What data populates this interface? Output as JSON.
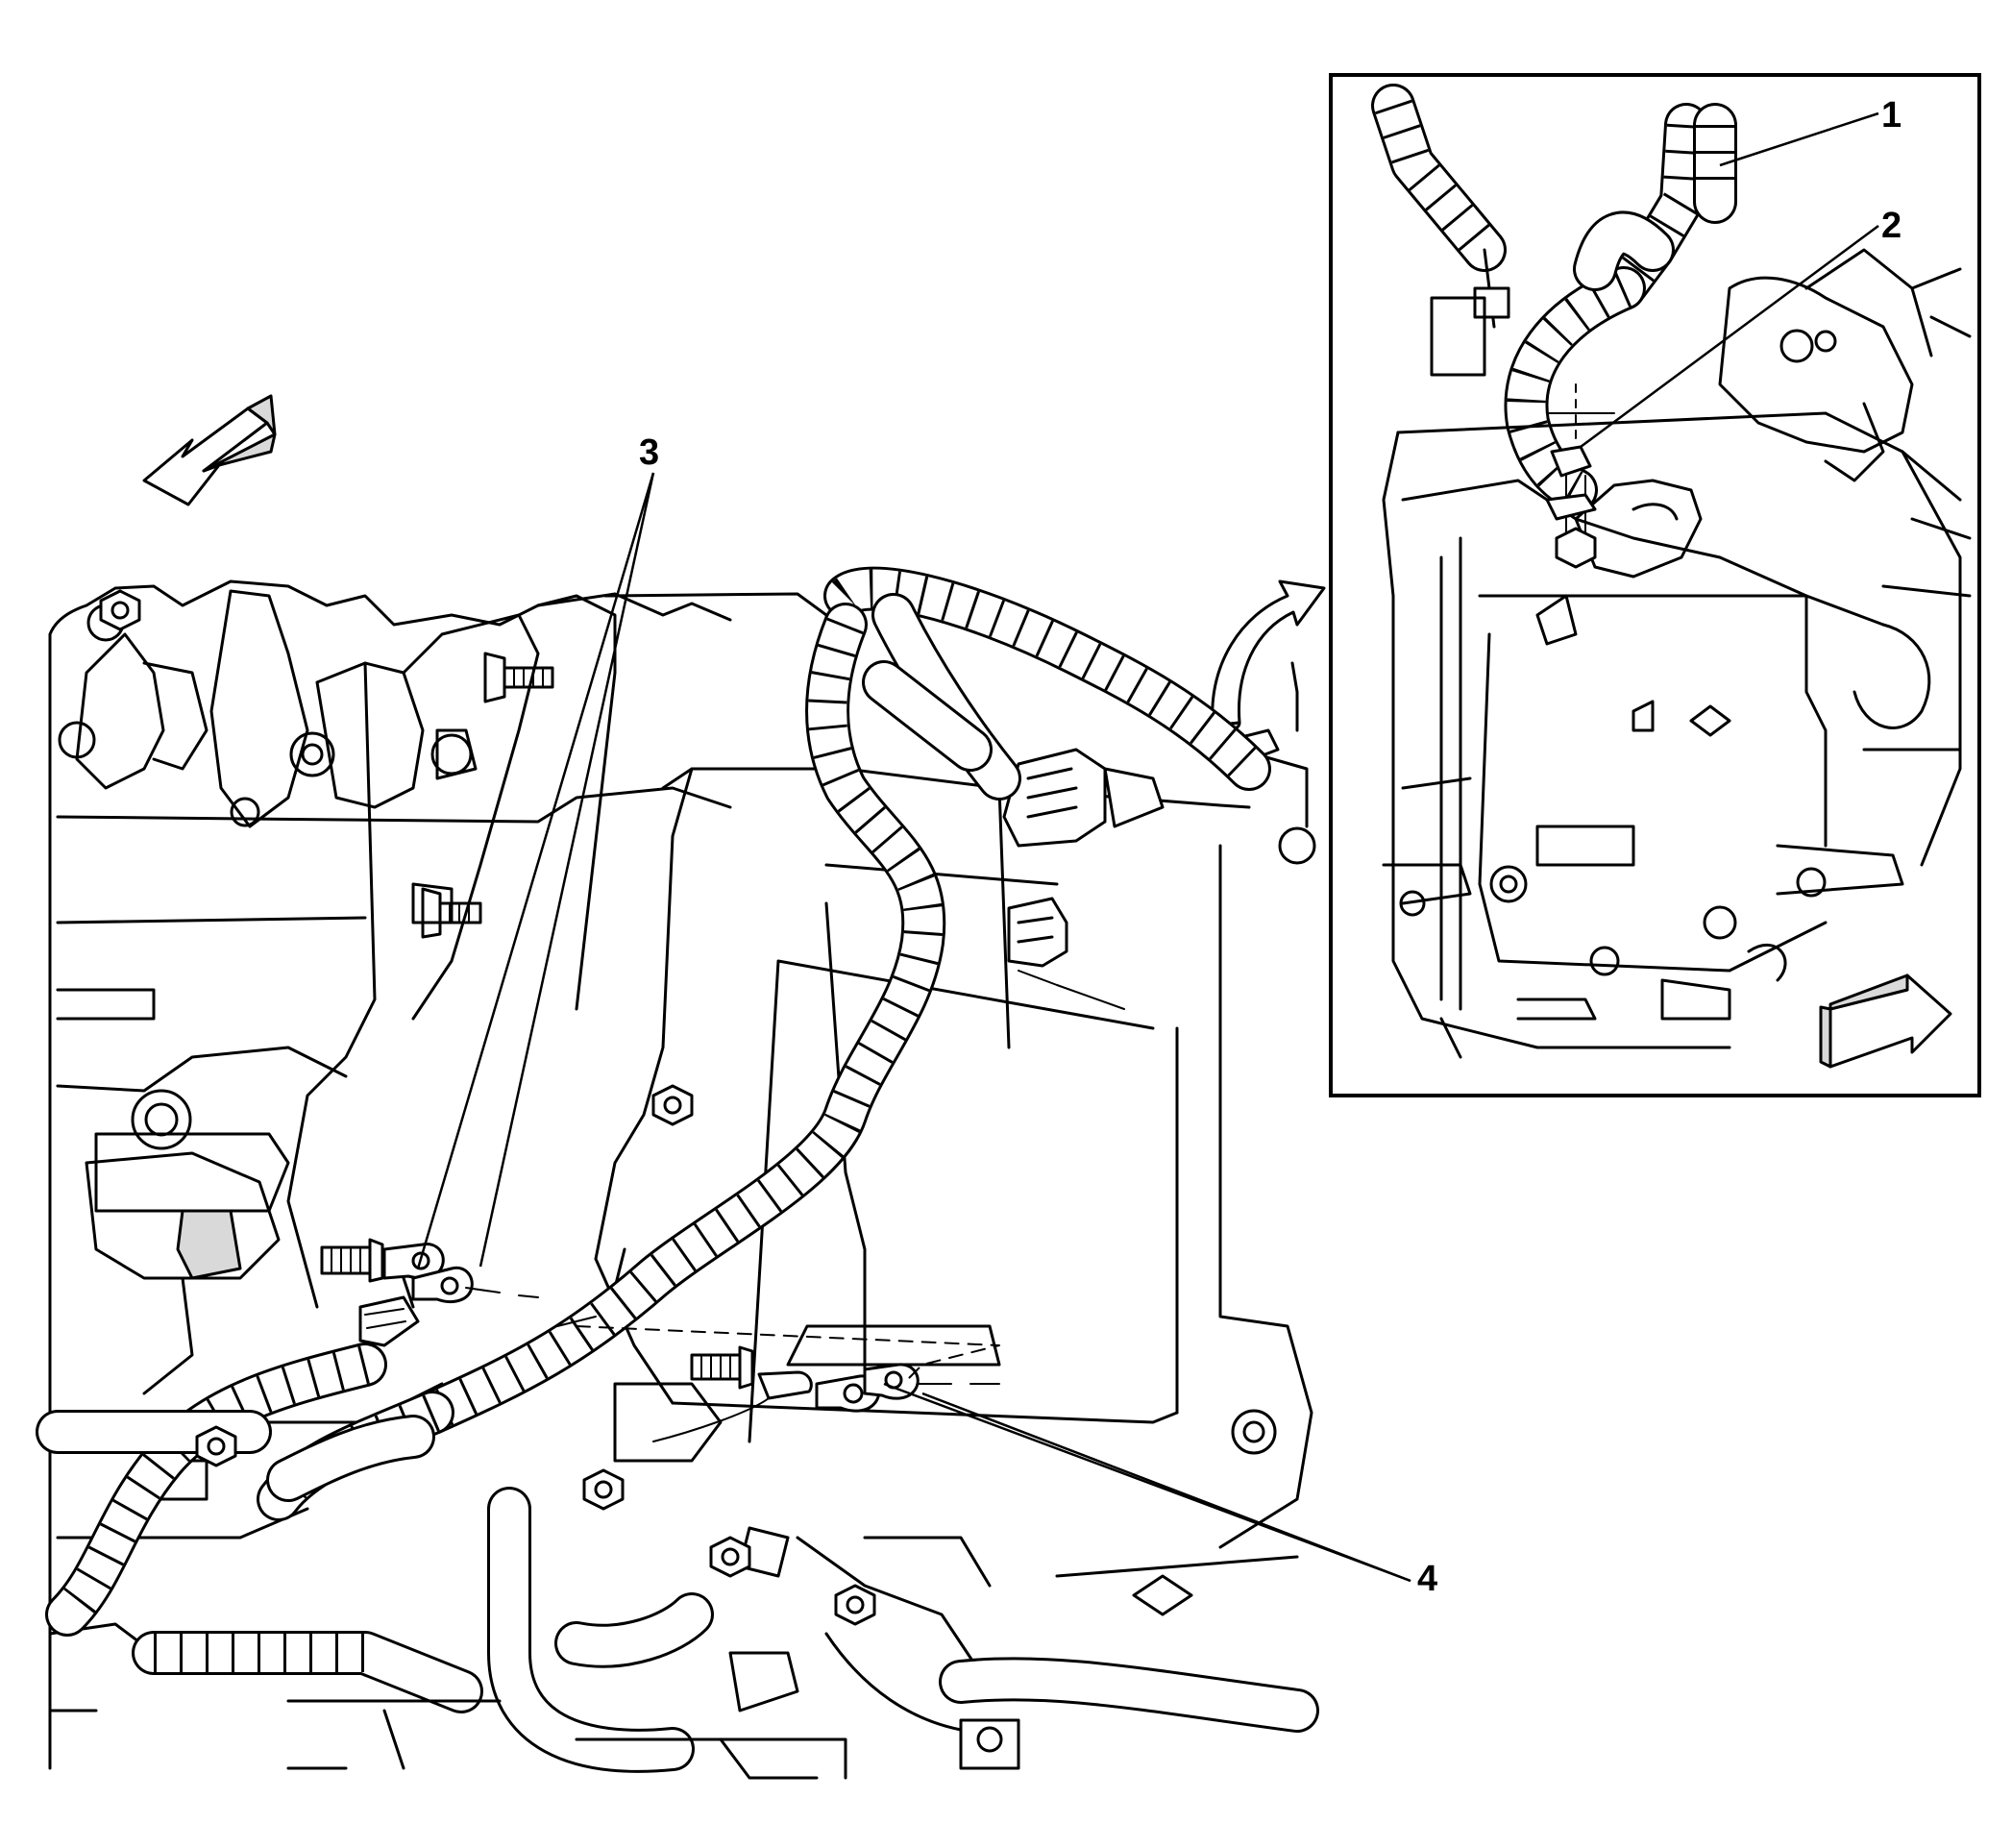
{
  "callouts": [
    {
      "id": "1",
      "label": "1",
      "part": "harness-ground-wire"
    },
    {
      "id": "2",
      "label": "2",
      "part": "ground-nut"
    },
    {
      "id": "3",
      "label": "3",
      "part": "ground-terminal-upper"
    },
    {
      "id": "4",
      "label": "4",
      "part": "ground-terminal-lower"
    }
  ],
  "icons": {
    "direction_arrow_left": "arrow-front-left-icon",
    "rotate_arrow": "rotate-view-arrow-icon",
    "direction_arrow_right": "arrow-front-right-icon"
  },
  "colors": {
    "line": "#000000",
    "background": "#ffffff",
    "shade": "#d9d9d9"
  }
}
